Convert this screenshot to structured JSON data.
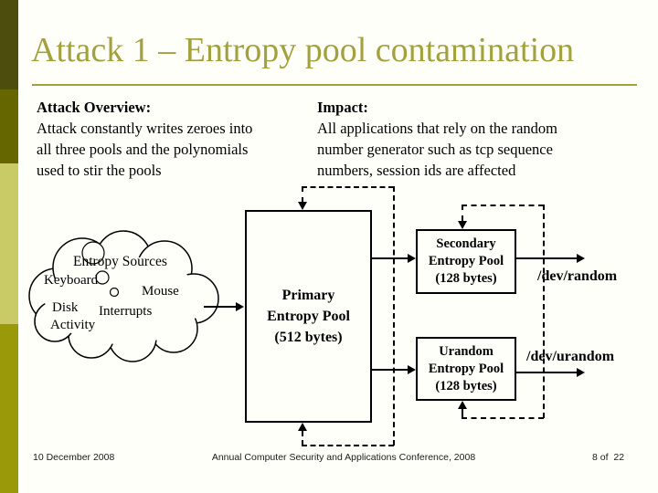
{
  "slide": {
    "title": "Attack 1 – Entropy pool contamination",
    "footer": {
      "date": "10 December 2008",
      "conference": "Annual Computer Security and Applications Conference, 2008",
      "page": "8 of  22"
    }
  },
  "overview": {
    "heading": "Attack Overview:",
    "lines": [
      "Attack constantly writes zeroes into",
      "all three pools and the polynomials",
      "used to stir the pools"
    ]
  },
  "impact": {
    "heading": "Impact:",
    "lines": [
      "All applications that rely on the random",
      "number generator such as tcp sequence",
      "numbers, session ids are affected"
    ]
  },
  "diagram": {
    "cloud": {
      "title": "Entropy Sources",
      "sources": [
        "Keyboard",
        "Mouse",
        "Disk",
        "Interrupts",
        "Activity"
      ]
    },
    "primary_pool": {
      "line1": "Primary",
      "line2": "Entropy Pool",
      "line3": "(512 bytes)"
    },
    "secondary_pool": {
      "line1": "Secondary",
      "line2": "Entropy Pool",
      "line3": "(128 bytes)"
    },
    "urandom_pool": {
      "line1": "Urandom",
      "line2": "Entropy Pool",
      "line3": "(128 bytes)"
    },
    "outputs": {
      "random": "/dev/random",
      "urandom": "/dev/urandom"
    }
  },
  "colors": {
    "background": "#fffffa",
    "title_text": "#a3a13d",
    "bar_dark": "#4d4d0d",
    "bar_medium": "#666600",
    "bar_light": "#c9cc66",
    "bar_olive": "#99990a",
    "diagram_line": "#000000"
  }
}
